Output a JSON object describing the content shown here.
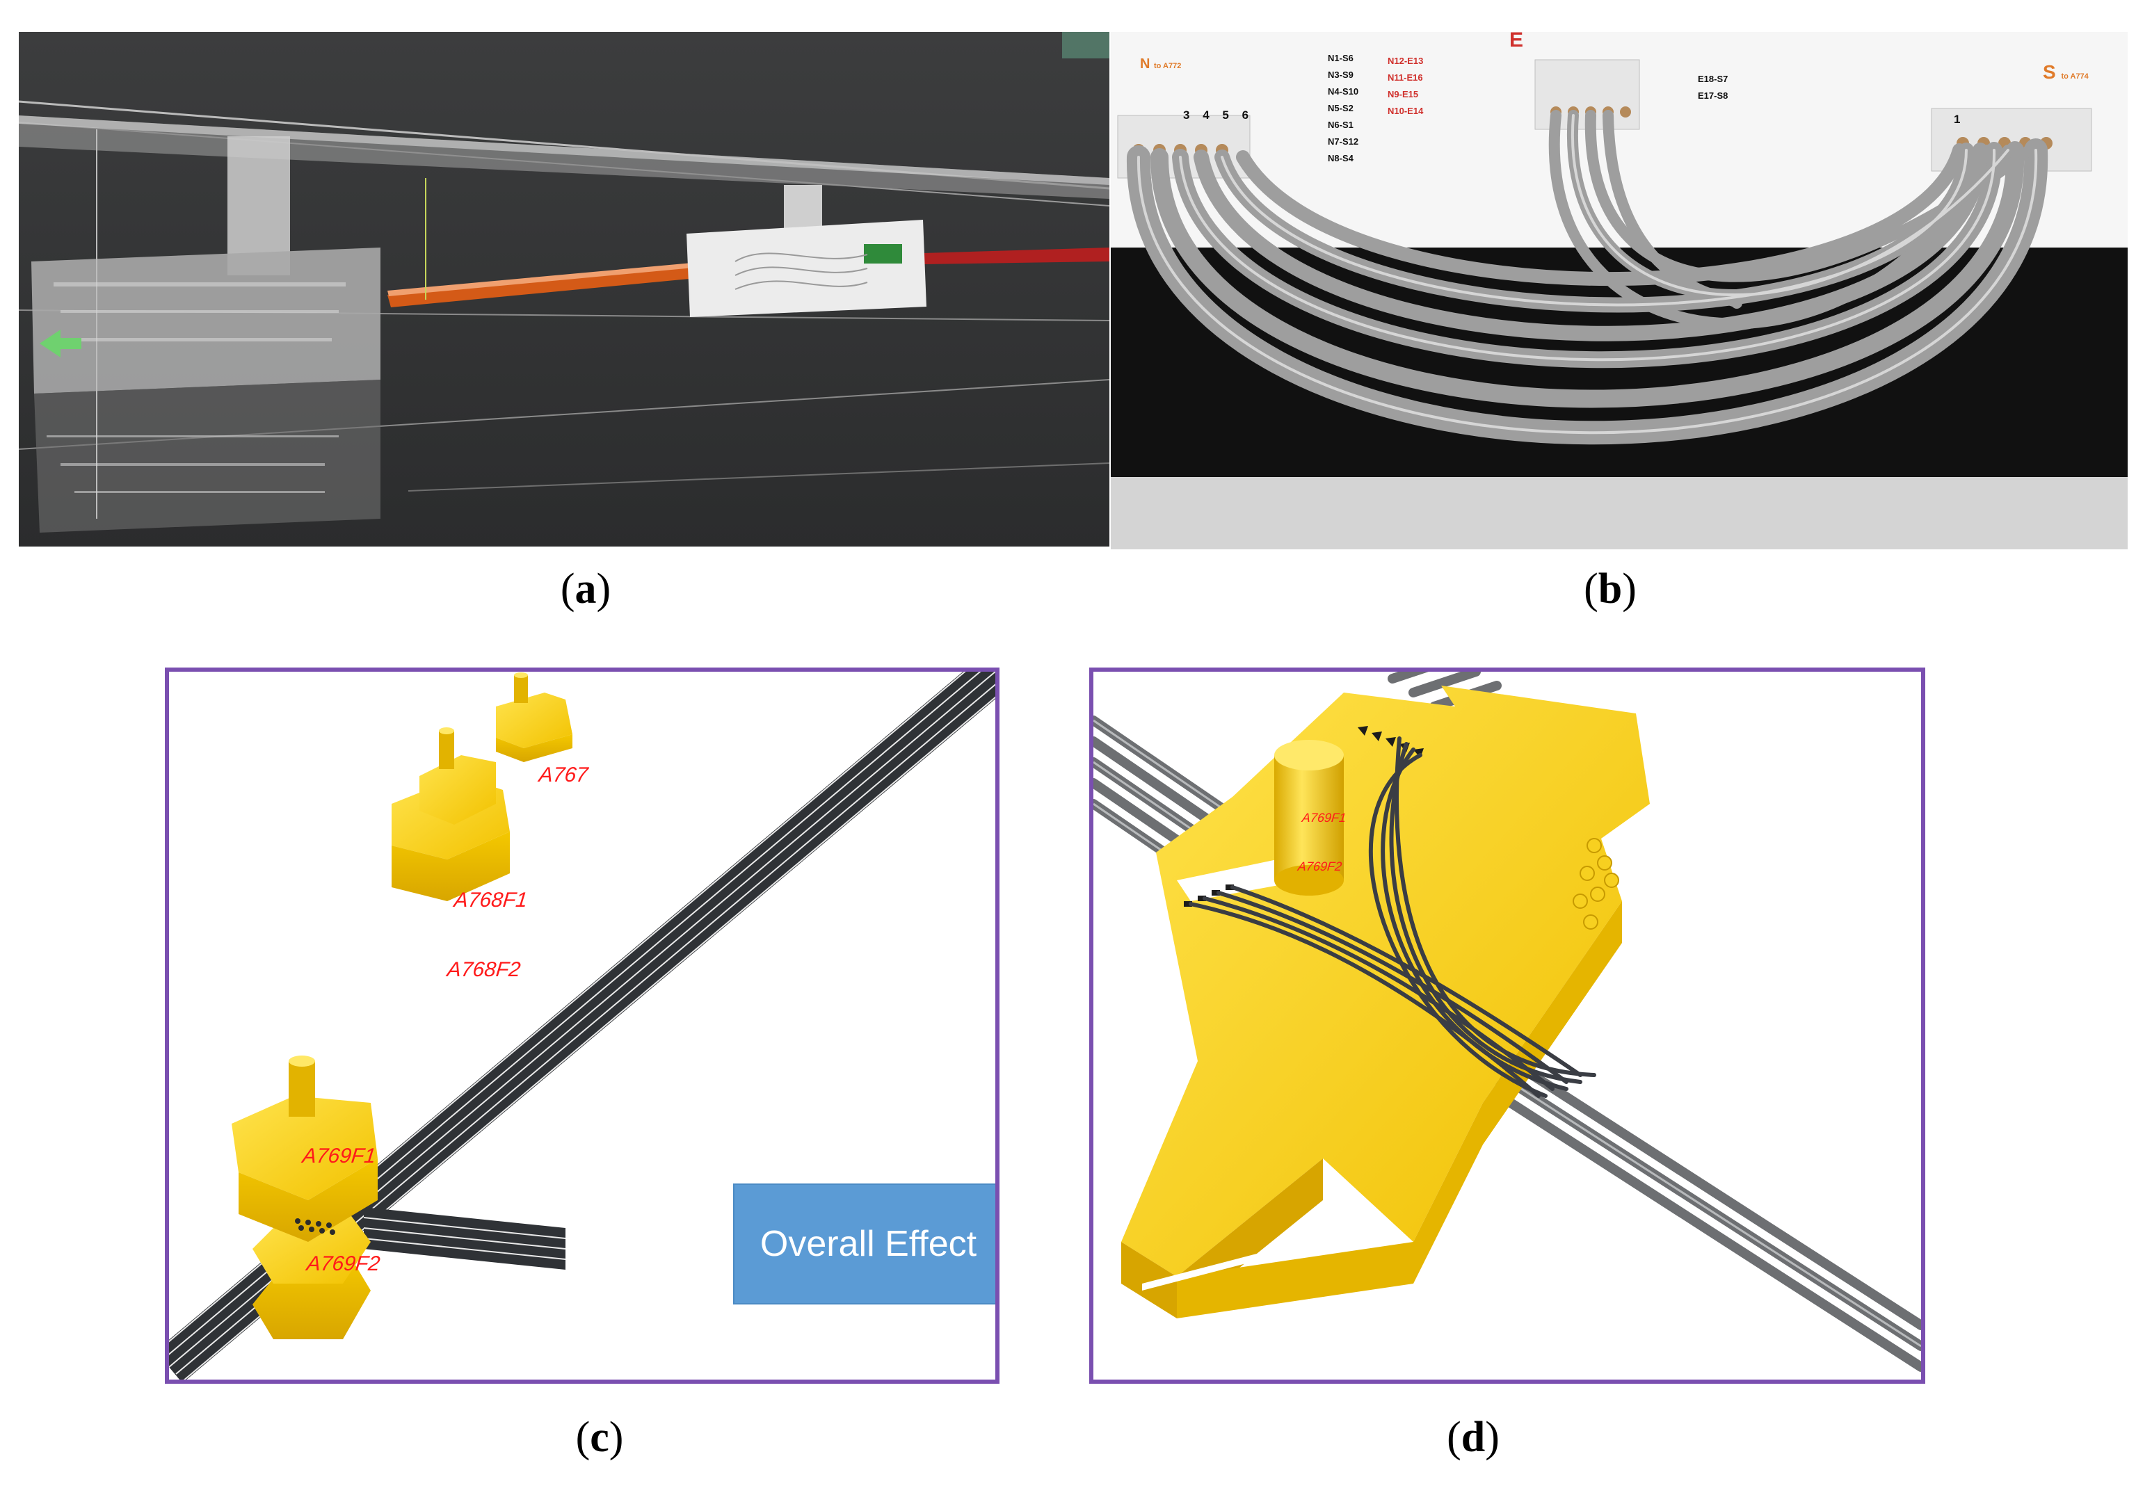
{
  "captions": {
    "a": "a",
    "b": "b",
    "c": "c",
    "d": "d"
  },
  "panel_b": {
    "north": {
      "letter": "N",
      "sub": "to A772"
    },
    "east": {
      "letter": "E"
    },
    "south": {
      "letter": "S",
      "sub": "to A774"
    },
    "left_numbers": [
      "3",
      "4",
      "5",
      "6"
    ],
    "right_number": "1",
    "col_black": [
      "N1-S6",
      "N3-S9",
      "N4-S10",
      "N5-S2",
      "N6-S1",
      "N7-S12",
      "N8-S4"
    ],
    "col_red": [
      "N12-E13",
      "N11-E16",
      "N9-E15",
      "N10-E14"
    ],
    "col_east": [
      "E18-S7",
      "E17-S8"
    ]
  },
  "panel_c": {
    "labels": {
      "a767": "A767",
      "a768f1": "A768F1",
      "a768f2": "A768F2",
      "a769f1": "A769F1",
      "a769f2": "A769F2"
    },
    "overall_effect": "Overall Effect"
  },
  "panel_d": {
    "labels": {
      "top": "A769F1",
      "bottom": "A769F2"
    }
  },
  "colors": {
    "yellow": "#f5c400",
    "cable": "#3a3d44",
    "frame": "#7a4fb0",
    "label_red": "#ff1a1a",
    "box_blue": "#5b9bd5"
  }
}
